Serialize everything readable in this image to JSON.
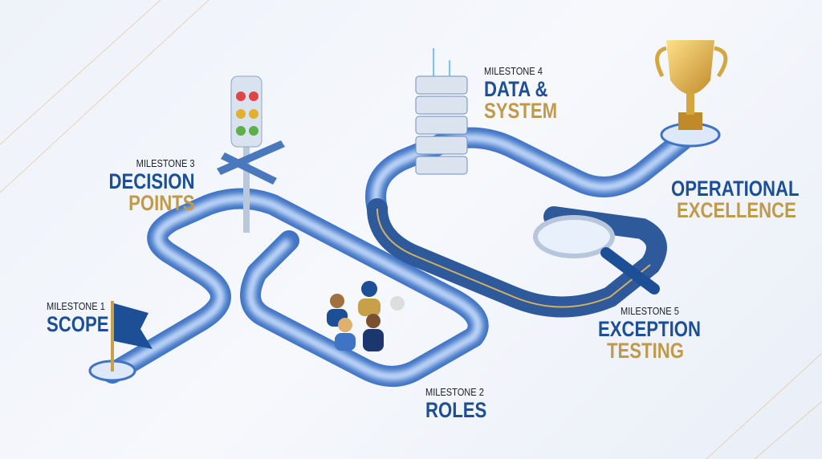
{
  "milestones": [
    {
      "kicker": "MILESTONE 1",
      "title_line1": "SCOPE"
    },
    {
      "kicker": "MILESTONE 2",
      "title_line1": "ROLES"
    },
    {
      "kicker": "MILESTONE 3",
      "title_line1": "DECISION",
      "title_line2": "POINTS"
    },
    {
      "kicker": "MILESTONE 4",
      "title_line1": "DATA &",
      "title_line2": "SYSTEM"
    },
    {
      "kicker": "MILESTONE 5",
      "title_line1": "EXCEPTION",
      "title_line2": "TESTING"
    }
  ],
  "goal": {
    "title_line1": "OPERATIONAL",
    "title_line2": "EXCELLENCE"
  },
  "colors": {
    "blue": "#1c4f95",
    "gold": "#c09a4a",
    "road": "#3f73c4"
  }
}
